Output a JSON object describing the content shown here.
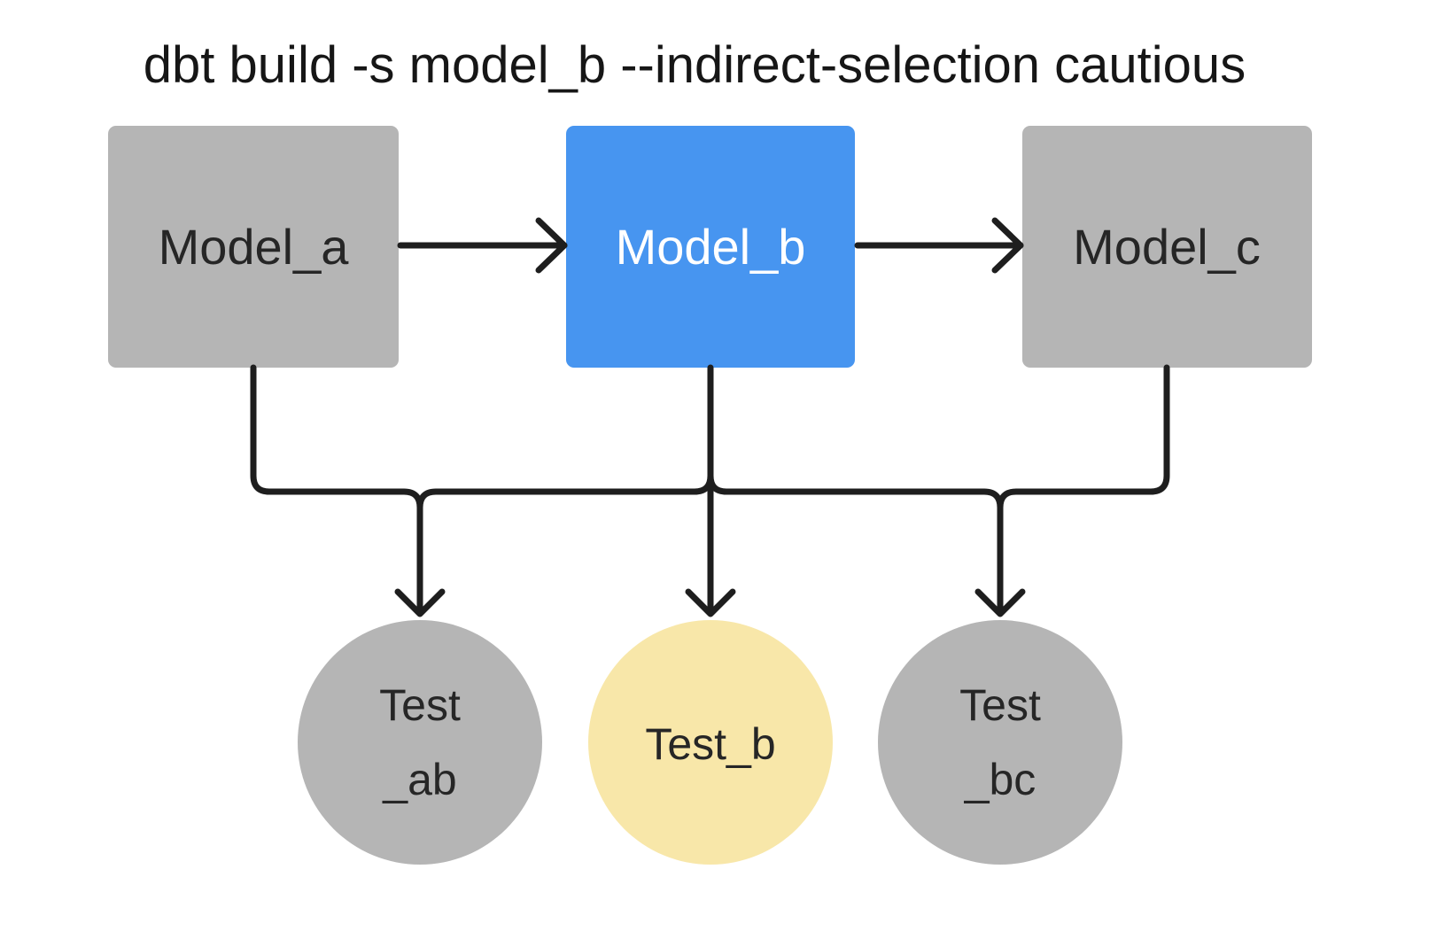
{
  "title": "dbt build -s model_b --indirect-selection cautious",
  "colors": {
    "background": "#ffffff",
    "node_gray": "#b5b5b5",
    "node_selected_blue": "#4795f0",
    "node_indirect_yellow": "#f8e7a9",
    "edge_dark": "#1e1e1e",
    "label_dark": "#262626",
    "label_on_blue": "#ffffff",
    "title_text": "#161616"
  },
  "nodes": {
    "model_a": {
      "label": "Model_a",
      "type": "model",
      "state": "not-selected"
    },
    "model_b": {
      "label": "Model_b",
      "type": "model",
      "state": "selected"
    },
    "model_c": {
      "label": "Model_c",
      "type": "model",
      "state": "not-selected"
    },
    "test_ab": {
      "label_line1": "Test",
      "label_line2": "_ab",
      "type": "test",
      "state": "not-selected"
    },
    "test_b": {
      "label": "Test_b",
      "type": "test",
      "state": "indirectly-selected"
    },
    "test_bc": {
      "label_line1": "Test",
      "label_line2": "_bc",
      "type": "test",
      "state": "not-selected"
    }
  },
  "edges": [
    "model_a -> model_b",
    "model_b -> model_c",
    "model_a -> test_ab",
    "model_b -> test_ab",
    "model_b -> test_b",
    "model_b -> test_bc",
    "model_c -> test_bc"
  ]
}
